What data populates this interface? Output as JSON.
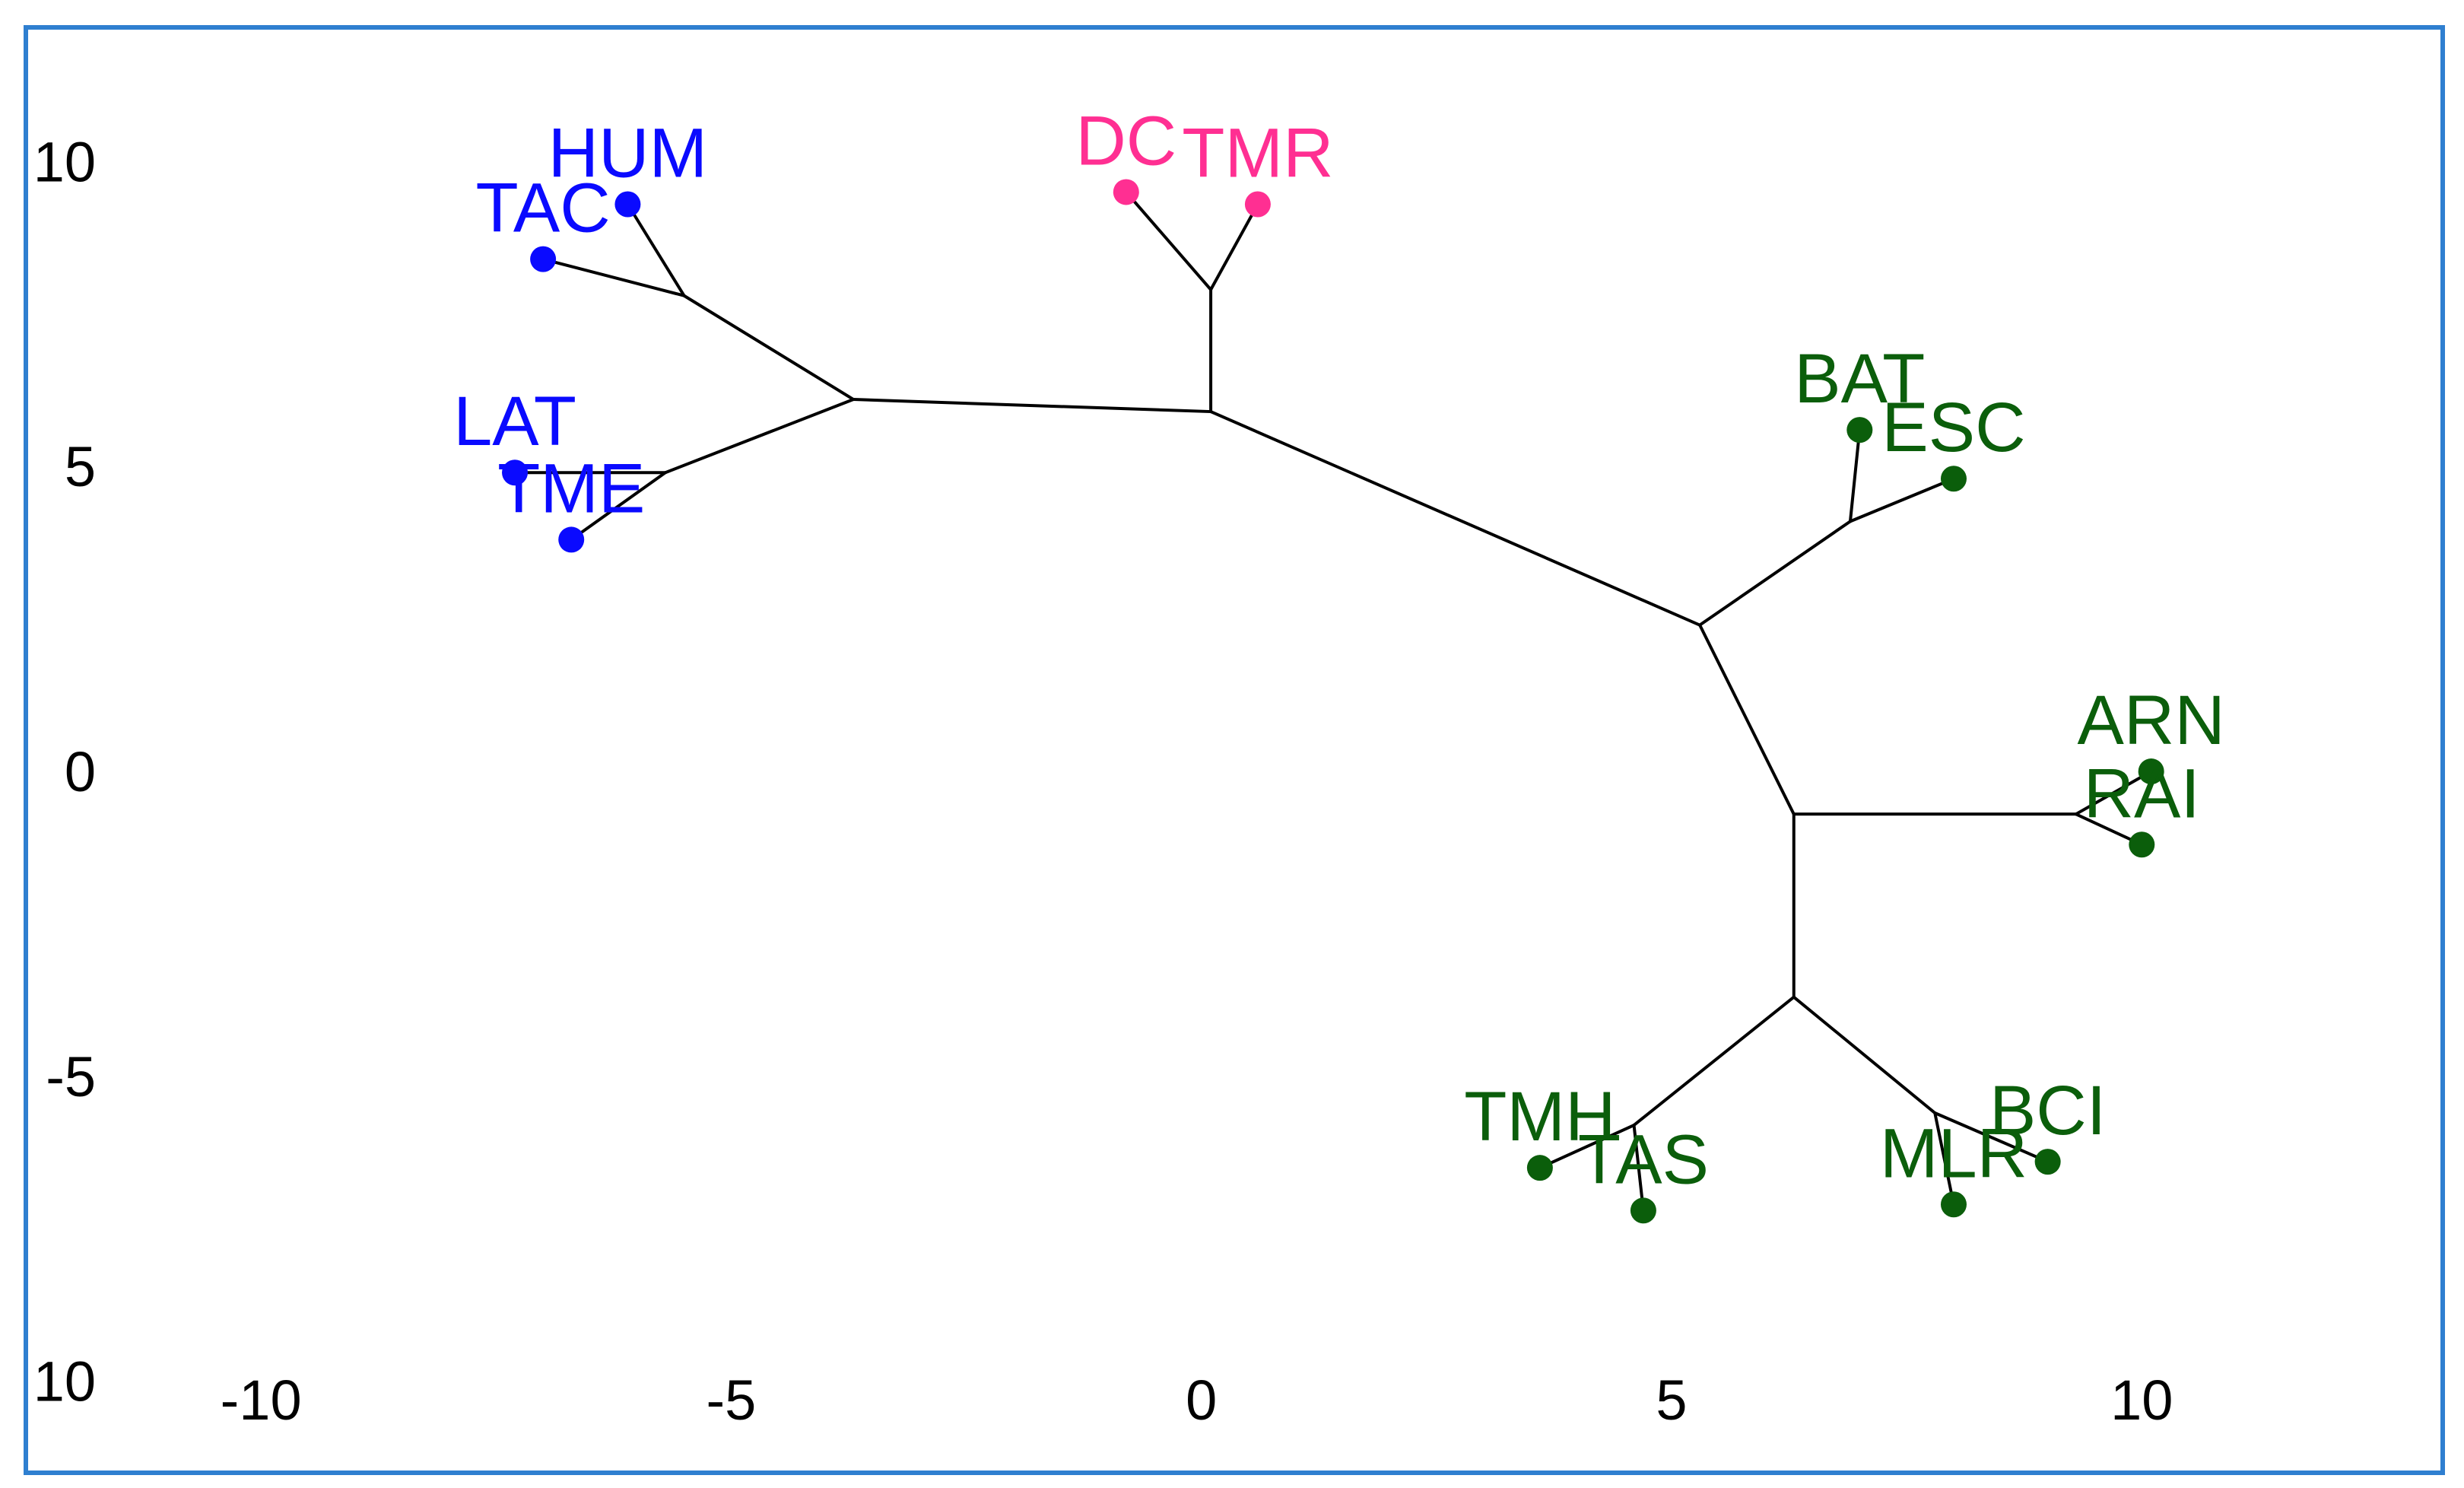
{
  "chart_data": {
    "type": "scatter",
    "subtype": "unrooted-dendrogram",
    "title": "",
    "xlabel": "",
    "ylabel": "",
    "xlim": [
      -12.5,
      13.2
    ],
    "ylim": [
      -11.5,
      12.2
    ],
    "x_ticks": [
      -10,
      -5,
      0,
      5,
      10
    ],
    "x_tick_labels": [
      "-10",
      "-5",
      "0",
      "5",
      "10"
    ],
    "y_ticks": [
      10,
      5,
      0,
      -5,
      -10
    ],
    "y_tick_labels": [
      "10",
      "5",
      "0",
      "-5",
      "10"
    ],
    "grid": false,
    "legend": "none",
    "groups": [
      {
        "color": "#0a0aff",
        "members": [
          "HUM",
          "TAC",
          "LAT",
          "TME"
        ]
      },
      {
        "color": "#ff2f92",
        "members": [
          "DC",
          "TMR"
        ]
      },
      {
        "color": "#0b5e0b",
        "members": [
          "BAT",
          "ESC",
          "ARN",
          "RAI",
          "TMH",
          "TAS",
          "MLR",
          "BCI"
        ]
      }
    ],
    "leaves": [
      {
        "id": "HUM",
        "label": "HUM",
        "x": -6.1,
        "y": 9.3,
        "color": "#0a0aff",
        "label_anchor": "top"
      },
      {
        "id": "TAC",
        "label": "TAC",
        "x": -7.0,
        "y": 8.4,
        "color": "#0a0aff",
        "label_anchor": "top"
      },
      {
        "id": "LAT",
        "label": "LAT",
        "x": -7.3,
        "y": 4.9,
        "color": "#0a0aff",
        "label_anchor": "top"
      },
      {
        "id": "TME",
        "label": "TME",
        "x": -6.7,
        "y": 3.8,
        "color": "#0a0aff",
        "label_anchor": "top"
      },
      {
        "id": "DC",
        "label": "DC",
        "x": -0.8,
        "y": 9.5,
        "color": "#ff2f92",
        "label_anchor": "top"
      },
      {
        "id": "TMR",
        "label": "TMR",
        "x": 0.6,
        "y": 9.3,
        "color": "#ff2f92",
        "label_anchor": "top"
      },
      {
        "id": "BAT",
        "label": "BAT",
        "x": 7.0,
        "y": 5.6,
        "color": "#0b5e0b",
        "label_anchor": "top"
      },
      {
        "id": "ESC",
        "label": "ESC",
        "x": 8.0,
        "y": 4.8,
        "color": "#0b5e0b",
        "label_anchor": "top"
      },
      {
        "id": "ARN",
        "label": "ARN",
        "x": 10.1,
        "y": 0.0,
        "color": "#0b5e0b",
        "label_anchor": "top"
      },
      {
        "id": "RAI",
        "label": "RAI",
        "x": 10.0,
        "y": -1.2,
        "color": "#0b5e0b",
        "label_anchor": "top"
      },
      {
        "id": "TMH",
        "label": "TMH",
        "x": 3.6,
        "y": -6.5,
        "color": "#0b5e0b",
        "label_anchor": "top"
      },
      {
        "id": "TAS",
        "label": "TAS",
        "x": 4.7,
        "y": -7.2,
        "color": "#0b5e0b",
        "label_anchor": "top"
      },
      {
        "id": "MLR",
        "label": "MLR",
        "x": 8.0,
        "y": -7.1,
        "color": "#0b5e0b",
        "label_anchor": "top"
      },
      {
        "id": "BCI",
        "label": "BCI",
        "x": 9.0,
        "y": -6.4,
        "color": "#0b5e0b",
        "label_anchor": "top"
      }
    ],
    "internal_nodes": [
      {
        "id": "n_hum_tac",
        "x": -5.5,
        "y": 7.8
      },
      {
        "id": "n_lat_tme",
        "x": -5.7,
        "y": 4.9
      },
      {
        "id": "n_blue",
        "x": -3.7,
        "y": 6.1
      },
      {
        "id": "n_pink",
        "x": 0.1,
        "y": 7.9
      },
      {
        "id": "n_center",
        "x": 0.1,
        "y": 5.9
      },
      {
        "id": "n_right",
        "x": 5.3,
        "y": 2.4
      },
      {
        "id": "n_bat_esc",
        "x": 6.9,
        "y": 4.1
      },
      {
        "id": "n_lower",
        "x": 6.3,
        "y": -0.7
      },
      {
        "id": "n_arn_rai",
        "x": 9.3,
        "y": -0.7
      },
      {
        "id": "n_bottom",
        "x": 6.3,
        "y": -3.7
      },
      {
        "id": "n_tmh_tas",
        "x": 4.6,
        "y": -5.8
      },
      {
        "id": "n_mlr_bci",
        "x": 7.8,
        "y": -5.6
      }
    ],
    "edges": [
      [
        "n_hum_tac",
        "HUM"
      ],
      [
        "n_hum_tac",
        "TAC"
      ],
      [
        "n_blue",
        "n_hum_tac"
      ],
      [
        "n_lat_tme",
        "LAT"
      ],
      [
        "n_lat_tme",
        "TME"
      ],
      [
        "n_blue",
        "n_lat_tme"
      ],
      [
        "n_blue",
        "n_center"
      ],
      [
        "n_pink",
        "DC"
      ],
      [
        "n_pink",
        "TMR"
      ],
      [
        "n_center",
        "n_pink"
      ],
      [
        "n_center",
        "n_right"
      ],
      [
        "n_bat_esc",
        "BAT"
      ],
      [
        "n_bat_esc",
        "ESC"
      ],
      [
        "n_right",
        "n_bat_esc"
      ],
      [
        "n_right",
        "n_lower"
      ],
      [
        "n_lower",
        "n_arn_rai"
      ],
      [
        "n_arn_rai",
        "ARN"
      ],
      [
        "n_arn_rai",
        "RAI"
      ],
      [
        "n_lower",
        "n_bottom"
      ],
      [
        "n_bottom",
        "n_tmh_tas"
      ],
      [
        "n_tmh_tas",
        "TMH"
      ],
      [
        "n_tmh_tas",
        "TAS"
      ],
      [
        "n_bottom",
        "n_mlr_bci"
      ],
      [
        "n_mlr_bci",
        "MLR"
      ],
      [
        "n_mlr_bci",
        "BCI"
      ]
    ]
  }
}
